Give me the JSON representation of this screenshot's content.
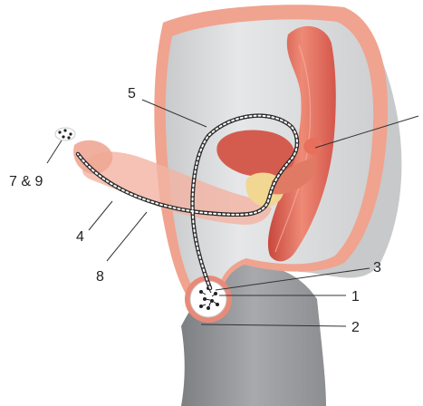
{
  "labels": {
    "l1": "1",
    "l2": "2",
    "l3": "3",
    "l4": "4",
    "l5": "5",
    "l8": "8",
    "l79": "7 & 9"
  },
  "colors": {
    "body_grey": "#d9dadb",
    "body_grey_dark": "#b8babc",
    "skin_pink": "#f1a18d",
    "organ_red": "#d9574a",
    "organ_red_light": "#ec8b77",
    "prostate_yellow": "#f2d792",
    "duct_outline": "#2b2b2b",
    "duct_fill": "#ffffff",
    "leader_line": "#333333"
  },
  "icons": {
    "testis": "testis-icon",
    "sperm_cluster": "sperm-cluster-icon"
  }
}
